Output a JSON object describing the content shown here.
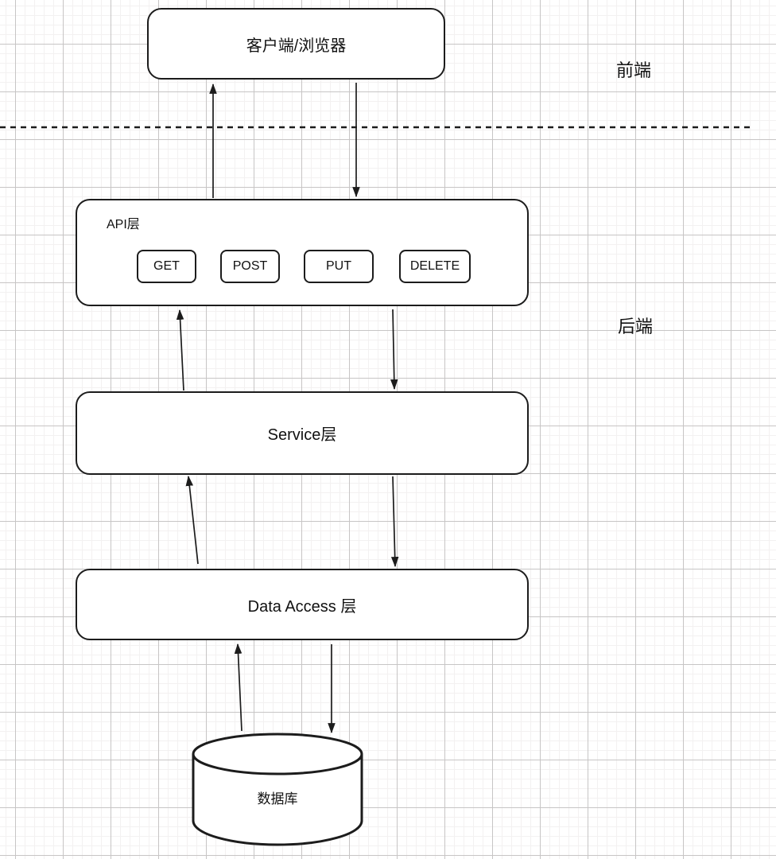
{
  "diagram": {
    "title": "web-architecture-layers",
    "zones": {
      "frontend": "前端",
      "backend": "后端"
    },
    "nodes": {
      "client": {
        "label": "客户端/浏览器"
      },
      "api": {
        "label": "API层",
        "methods": [
          "GET",
          "POST",
          "PUT",
          "DELETE"
        ]
      },
      "service": {
        "label": "Service层"
      },
      "data_access": {
        "label": "Data Access 层"
      },
      "database": {
        "label": "数据库"
      }
    },
    "edges": [
      "api→client",
      "client→api",
      "service→api",
      "api→service",
      "data_access→service",
      "service→data_access",
      "database→data_access",
      "data_access→database"
    ],
    "colors": {
      "stroke": "#1c1c1c",
      "node_fill": "#ffffff",
      "grid_minor": "#f3f1f1",
      "grid_major": "#c7c5c5",
      "background": "#ffffff"
    }
  }
}
